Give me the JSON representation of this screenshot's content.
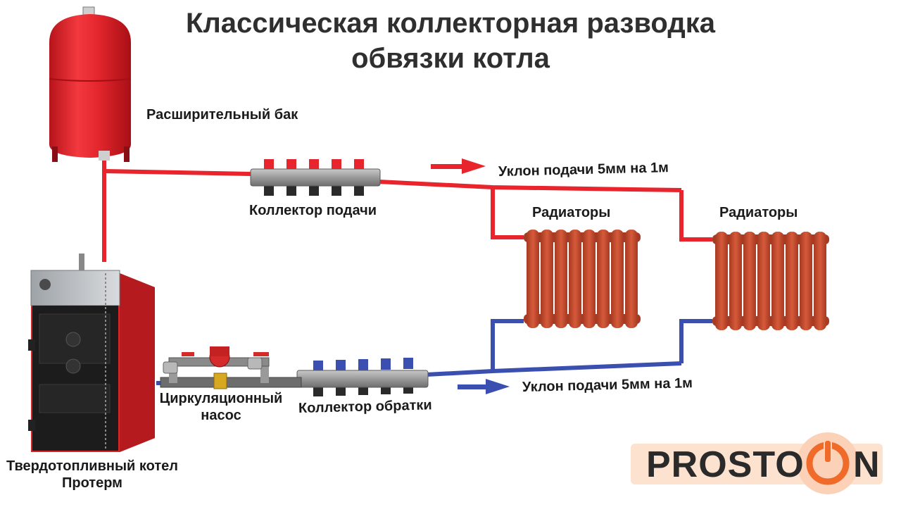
{
  "title": {
    "line1": "Классическая коллекторная разводка",
    "line2": "обвязки котла"
  },
  "labels": {
    "expansion_tank": "Расширительный бак",
    "supply_manifold": "Коллектор подачи",
    "return_manifold": "Коллектор обратки",
    "slope_supply": "Уклон подачи 5мм на 1м",
    "slope_return": "Уклон подачи 5мм на 1м",
    "radiators_1": "Радиаторы",
    "radiators_2": "Радиаторы",
    "pump_line1": "Циркуляционный",
    "pump_line2": "насос",
    "boiler_line1": "Твердотопливный котел",
    "boiler_line2": "Протерм"
  },
  "logo": {
    "text": "PROSTO",
    "last_letter": "N"
  },
  "colors": {
    "supply_pipe": "#e8242c",
    "return_pipe": "#3b4fb0",
    "tank": "#e3262d",
    "radiator": "#c0462a",
    "boiler_body": "#d9252a",
    "boiler_front": "#1c1c1c",
    "logo_orange": "#f06a2a",
    "logo_bg": "#fde2cf"
  }
}
